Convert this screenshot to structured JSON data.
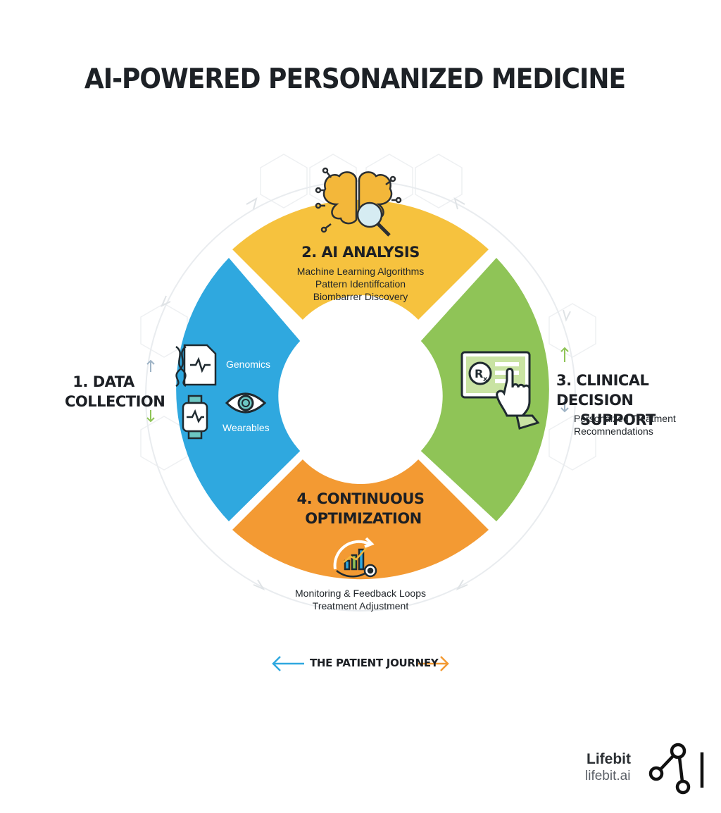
{
  "title": "AI-POWERED PERSONANIZED MEDICINE",
  "stages": {
    "data_collection": {
      "title_line1": "1. DATA",
      "title_line2": "COLLECTION",
      "items": [
        "Genomics",
        "Wearables"
      ],
      "color": "#2fa8df",
      "icons": [
        "dna-document-icon",
        "smartwatch-icon",
        "eye-icon"
      ]
    },
    "ai_analysis": {
      "title": "2. AI ANALYSIS",
      "lines": [
        "Machine Learning Algorithms",
        "Pattern Identiffcation",
        "Biombarrer Discovery"
      ],
      "color": "#f6c23e",
      "icons": [
        "brain-magnifier-icon"
      ]
    },
    "clinical_decision": {
      "title_line1": "3. CLINICAL DECISION",
      "title_line2": "SUPPORT",
      "lines": [
        "Personaized Treatment",
        "Recomnendations"
      ],
      "color": "#8fc457",
      "icons": [
        "rx-tablet-icon",
        "pointing-hand-icon"
      ]
    },
    "continuous_optimization": {
      "title_line1": "4. CONTINUOUS",
      "title_line2": "OPTIMIZATION",
      "lines": [
        "Monitoring & Feedback Loops",
        "Treatment Adjustment"
      ],
      "color": "#f39a33",
      "icons": [
        "growth-chart-cycle-icon"
      ]
    }
  },
  "journey": {
    "label": "THE PATIENT JOURNEY",
    "left_arrow_color": "#2fa8df",
    "right_arrow_color": "#f39a33"
  },
  "brand": {
    "name": "Lifebit",
    "url": "lifebit.ai",
    "icon": "lifebit-logo-icon"
  }
}
